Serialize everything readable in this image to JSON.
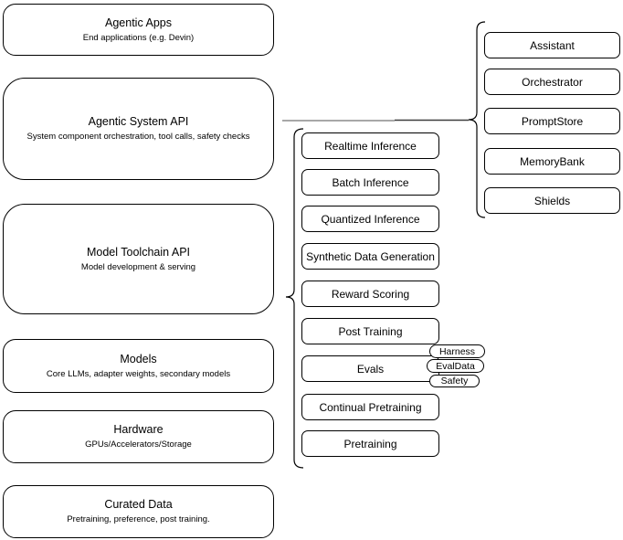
{
  "left_column": [
    {
      "title": "Agentic Apps",
      "subtitle": "End applications (e.g. Devin)"
    },
    {
      "title": "Agentic System API",
      "subtitle": "System component orchestration, tool calls, safety checks"
    },
    {
      "title": "Model Toolchain API",
      "subtitle": "Model development & serving"
    },
    {
      "title": "Models",
      "subtitle": "Core LLMs, adapter weights, secondary models"
    },
    {
      "title": "Hardware",
      "subtitle": "GPUs/Accelerators/Storage"
    },
    {
      "title": "Curated Data",
      "subtitle": "Pretraining, preference, post training."
    }
  ],
  "middle_column": {
    "items": [
      "Realtime Inference",
      "Batch Inference",
      "Quantized Inference",
      "Synthetic Data Generation",
      "Reward Scoring",
      "Post Training",
      "Evals",
      "Continual Pretraining",
      "Pretraining"
    ]
  },
  "right_column": {
    "items": [
      "Assistant",
      "Orchestrator",
      "PromptStore",
      "MemoryBank",
      "Shields"
    ]
  },
  "eval_pills": [
    "Harness",
    "EvalData",
    "Safety"
  ],
  "colors": {
    "stroke": "#000000",
    "background": "#ffffff",
    "connector_grey": "#8c8c8c",
    "connector_dark": "#3d3d3d"
  }
}
